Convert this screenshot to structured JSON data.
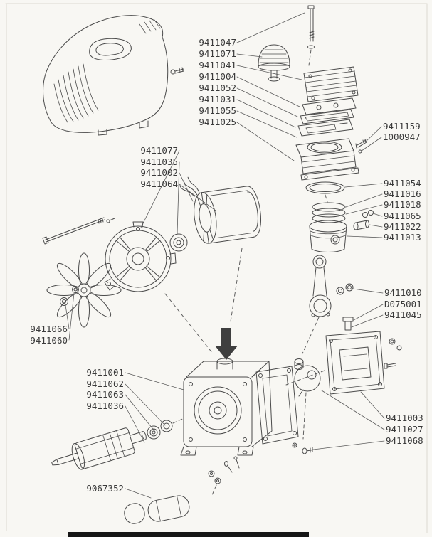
{
  "figure": {
    "type": "exploded-parts-diagram",
    "subject": "air compressor pump exploded view",
    "colors": {
      "background": "#f8f7f3",
      "line": "#4a4a4a",
      "label_text": "#3a3a3a"
    },
    "annotations": {
      "assembly_arrow_direction": "down"
    }
  },
  "parts": [
    {
      "number": "9411047"
    },
    {
      "number": "9411071"
    },
    {
      "number": "9411041"
    },
    {
      "number": "9411004"
    },
    {
      "number": "9411052"
    },
    {
      "number": "9411031"
    },
    {
      "number": "9411055"
    },
    {
      "number": "9411025"
    },
    {
      "number": "9411159"
    },
    {
      "number": "1000947"
    },
    {
      "number": "9411077"
    },
    {
      "number": "9411035"
    },
    {
      "number": "9411002"
    },
    {
      "number": "9411064"
    },
    {
      "number": "9411054"
    },
    {
      "number": "9411016"
    },
    {
      "number": "9411018"
    },
    {
      "number": "9411065"
    },
    {
      "number": "9411022"
    },
    {
      "number": "9411013"
    },
    {
      "number": "9411066"
    },
    {
      "number": "9411060"
    },
    {
      "number": "9411010"
    },
    {
      "number": "D075001"
    },
    {
      "number": "9411045"
    },
    {
      "number": "9411001"
    },
    {
      "number": "9411062"
    },
    {
      "number": "9411063"
    },
    {
      "number": "9411036"
    },
    {
      "number": "9411003"
    },
    {
      "number": "9411027"
    },
    {
      "number": "9411068"
    },
    {
      "number": "9067352"
    }
  ]
}
